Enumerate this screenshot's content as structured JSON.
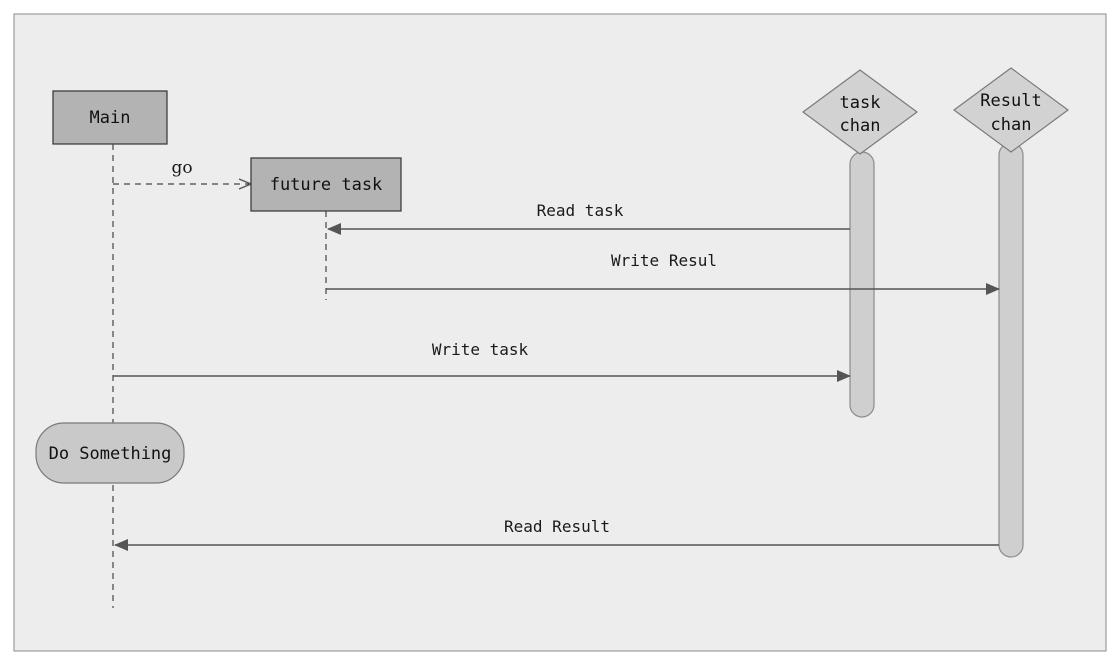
{
  "diagram": {
    "participants": {
      "main": "Main",
      "future_task": "future task",
      "task_chan": [
        "task",
        "chan"
      ],
      "result_chan": [
        "Result",
        "chan"
      ]
    },
    "activity": "Do Something",
    "messages": {
      "go": "go",
      "read_task": "Read task",
      "write_result": "Write Resul",
      "write_task": "Write task",
      "read_result": "Read Result"
    }
  },
  "colors": {
    "canvas_background": "#ededed",
    "frame_border": "#8a8a8a",
    "box_fill": "#b3b3b3",
    "box_border": "#333333",
    "channel_fill": "#cfcfcf",
    "channel_border": "#8c8c8c",
    "diamond_fill": "#d2d2d2",
    "activity_fill": "#c9c9c9",
    "arrow": "#555555"
  }
}
